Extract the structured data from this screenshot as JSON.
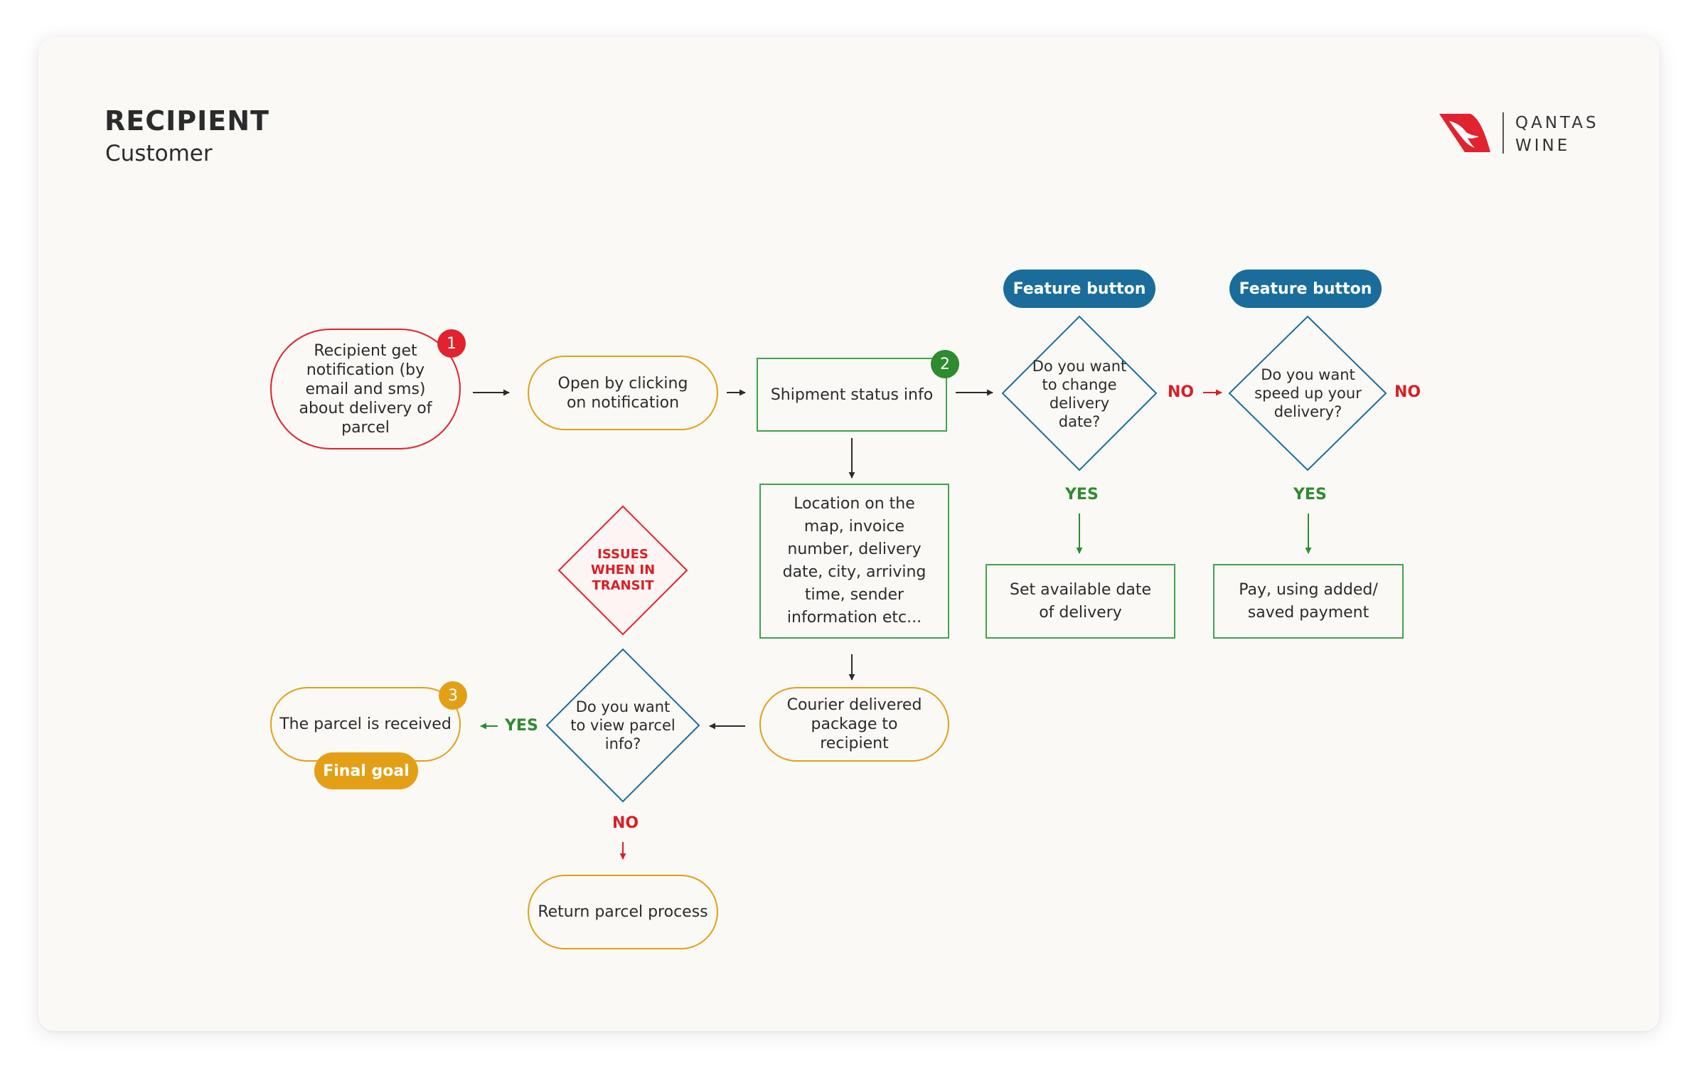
{
  "header": {
    "title": "RECIPIENT",
    "subtitle": "Customer"
  },
  "brand": {
    "line1": "QANTAS",
    "line2": "WINE",
    "logo_color": "#e0232e"
  },
  "colors": {
    "red": "#e0232e",
    "yellow": "#e3a017",
    "green": "#3fa34d",
    "blue": "#1a6d9a",
    "card_bg": "#faf9f6"
  },
  "nodes": {
    "notification": "Recipient get notification (by email and sms) about delivery of parcel",
    "open": "Open by clicking on notification",
    "shipment": "Shipment status info",
    "details": "Location on the map, invoice number, delivery date, city, arriving time, sender information etc...",
    "change_q": "Do you want to change delivery date?",
    "speed_q": "Do you want speed up your delivery?",
    "set_date": "Set available date of delivery",
    "pay": "Pay, using added/ saved payment",
    "issues": "ISSUES WHEN IN TRANSIT",
    "courier": "Courier delivered package to recipient",
    "view_q": "Do you want to view parcel info?",
    "received": "The parcel is received",
    "return": "Return parcel process"
  },
  "badges": {
    "b1": "1",
    "b2": "2",
    "b3": "3"
  },
  "buttons": {
    "feature1": "Feature button",
    "feature2": "Feature button",
    "final_goal": "Final goal"
  },
  "labels": {
    "yes1": "YES",
    "yes2": "YES",
    "yes3": "YES",
    "no1": "NO",
    "no2": "NO",
    "no3": "NO"
  }
}
